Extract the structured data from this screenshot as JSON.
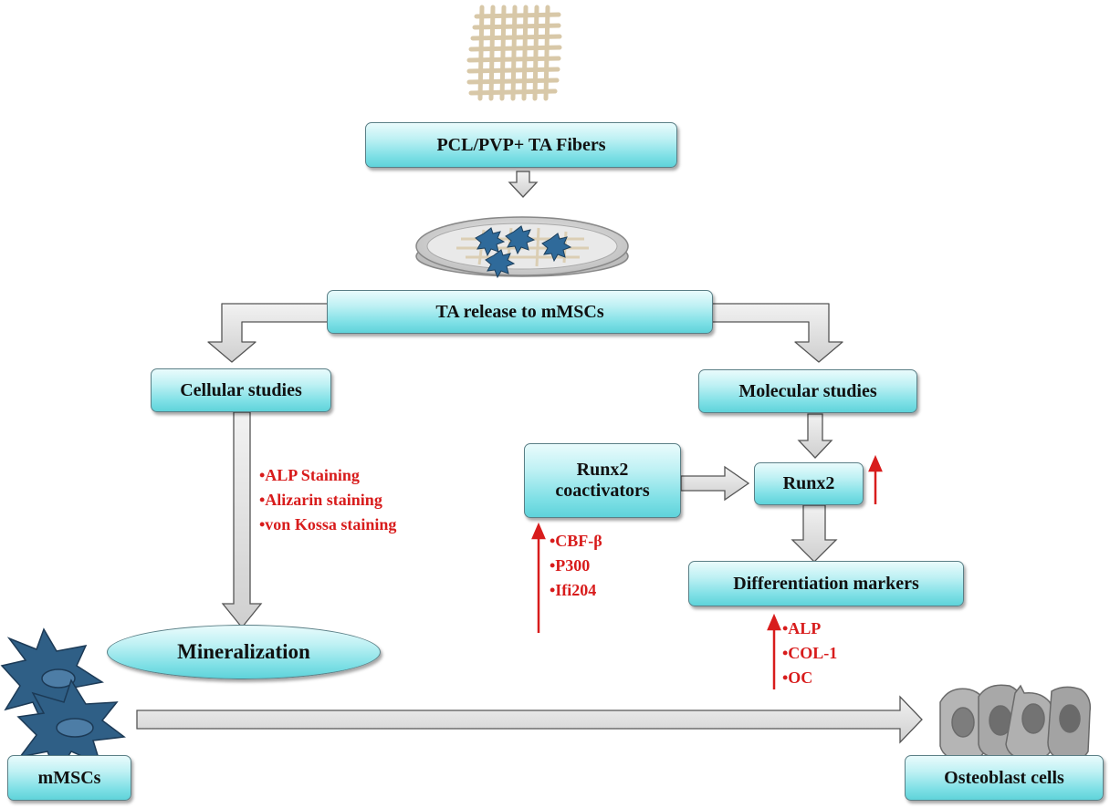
{
  "boxes": {
    "fibers": "PCL/PVP+ TA Fibers",
    "release": "TA release to mMSCs",
    "cellular": "Cellular studies",
    "molecular": "Molecular studies",
    "runx2_coact_line1": "Runx2",
    "runx2_coact_line2": "coactivators",
    "runx2": "Runx2",
    "diff_markers": "Differentiation markers",
    "mineralization": "Mineralization",
    "mmscs": "mMSCs",
    "osteoblast": "Osteoblast cells"
  },
  "staining_list": [
    "•ALP Staining",
    "•Alizarin staining",
    "•von Kossa staining"
  ],
  "coactivator_list": [
    "•CBF-β",
    "•P300",
    "•Ifi204"
  ],
  "marker_list": [
    "•ALP",
    "•COL-1",
    "•OC"
  ],
  "colors": {
    "box_fill": "#7fe0e6",
    "arrow_fill": "#d9d9d9",
    "red_text": "#d81c1c",
    "cell_blue": "#2f5f86",
    "osteo_gray": "#8c8c8c"
  },
  "icons": [
    "fiber-scaffold-icon",
    "petri-dish-icon",
    "mmsc-cells-icon",
    "osteoblast-cells-icon"
  ]
}
